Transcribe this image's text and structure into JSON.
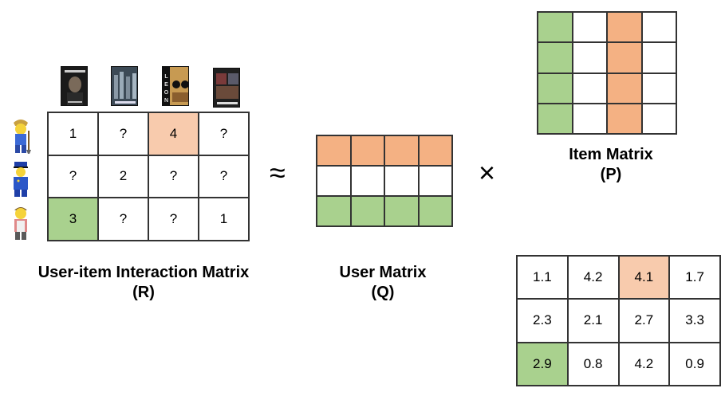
{
  "colors": {
    "orange": "#F8CBAD",
    "orange_strong": "#F4B183",
    "green": "#A9D18E",
    "border": "#333333"
  },
  "movies": [
    {
      "icon": "movie-poster-godfather-icon"
    },
    {
      "icon": "movie-poster-inception-icon"
    },
    {
      "icon": "movie-poster-leon-icon"
    },
    {
      "icon": "movie-poster-drama-icon"
    }
  ],
  "users": [
    {
      "icon": "user-gardener-icon"
    },
    {
      "icon": "user-police-officer-icon"
    },
    {
      "icon": "user-bartender-icon"
    }
  ],
  "rating_matrix": {
    "title": "User-item Interaction Matrix",
    "symbol": "(R)",
    "rows": [
      [
        "1",
        "?",
        "4",
        "?"
      ],
      [
        "?",
        "2",
        "?",
        "?"
      ],
      [
        "3",
        "?",
        "?",
        "1"
      ]
    ]
  },
  "approx_symbol": "≈",
  "times_symbol": "×",
  "user_matrix": {
    "title": "User Matrix",
    "symbol": "(Q)",
    "row_colors": [
      "orange",
      "white",
      "green"
    ]
  },
  "item_matrix": {
    "title": "Item Matrix",
    "symbol": "(P)",
    "col_colors": [
      "green",
      "white",
      "orange",
      "white"
    ]
  },
  "result_matrix": {
    "rows": [
      [
        "1.1",
        "4.2",
        "4.1",
        "1.7"
      ],
      [
        "2.3",
        "2.1",
        "2.7",
        "3.3"
      ],
      [
        "2.9",
        "0.8",
        "4.2",
        "0.9"
      ]
    ]
  }
}
